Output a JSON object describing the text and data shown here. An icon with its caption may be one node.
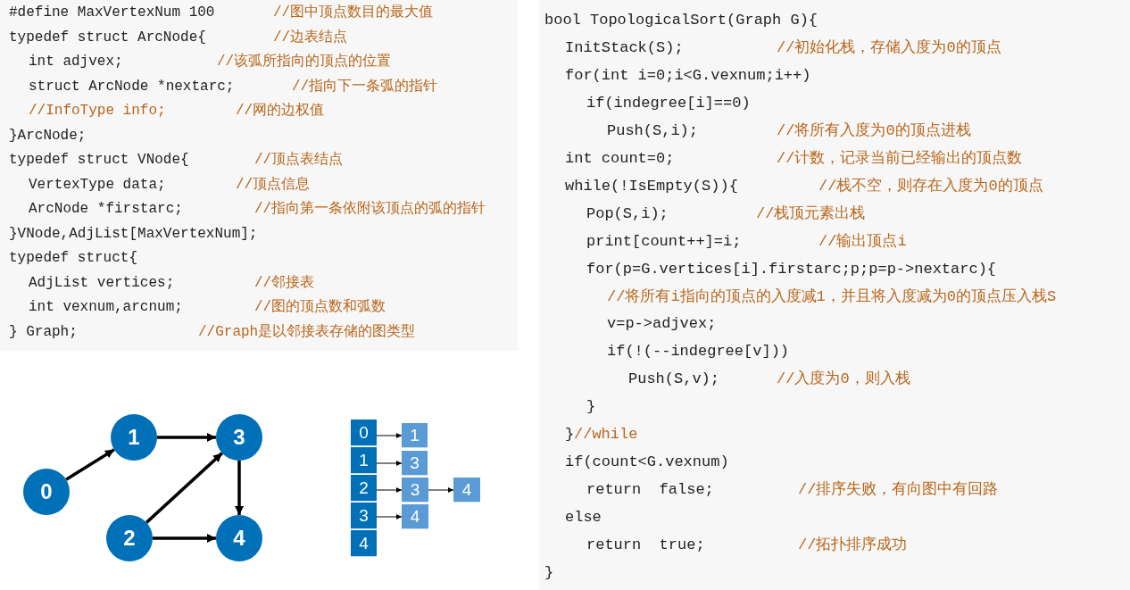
{
  "diagram": {
    "nodes": [
      {
        "text": [
          "0"
        ]
      },
      {
        "text": [
          "1"
        ]
      },
      {
        "text": [
          "2"
        ]
      },
      {
        "text": [
          "3"
        ]
      },
      {
        "text": [
          "4"
        ]
      },
      {
        "text": [
          "0"
        ]
      },
      {
        "text": [
          "1"
        ]
      },
      {
        "text": [
          "2"
        ]
      },
      {
        "text": [
          "3"
        ]
      },
      {
        "text": [
          "4"
        ]
      },
      {
        "text": [
          "1"
        ]
      },
      {
        "text": [
          "3"
        ]
      },
      {
        "text": [
          "3"
        ]
      },
      {
        "text": [
          "4"
        ]
      },
      {
        "text": [
          "4"
        ]
      }
    ],
    "edges": [
      {
        "from": 0,
        "to": 1,
        "arrow": "to",
        "style": "thick"
      },
      {
        "from": 1,
        "to": 3,
        "arrow": "to",
        "style": "thick"
      },
      {
        "from": 2,
        "to": 3,
        "arrow": "to",
        "style": "thick"
      },
      {
        "from": 3,
        "to": 4,
        "arrow": "to",
        "style": "thick"
      },
      {
        "from": 2,
        "to": 4,
        "arrow": "to",
        "style": "thick"
      },
      {
        "from": 5,
        "to": 10,
        "arrow": "to"
      },
      {
        "from": 6,
        "to": 11,
        "arrow": "to"
      },
      {
        "from": 7,
        "to": 12,
        "arrow": "to"
      },
      {
        "from": 12,
        "to": 14,
        "arrow": "to"
      },
      {
        "from": 8,
        "to": 13,
        "arrow": "to"
      }
    ],
    "labels": [
      "#define MaxVertexNum 100",
      "//图中顶点数目的最大值",
      "typedef struct ArcNode{",
      "//边表结点",
      "int adjvex;",
      "//该弧所指向的顶点的位置",
      "struct ArcNode *nextarc;",
      "//指向下一条弧的指针",
      "//InfoType info;",
      "//网的边权值",
      "}ArcNode;",
      "typedef struct VNode{",
      "//顶点表结点",
      "VertexType data;",
      "//顶点信息",
      "ArcNode *firstarc;",
      "//指向第一条依附该顶点的弧的指针",
      "}VNode,AdjList[MaxVertexNum];",
      "typedef struct{",
      "AdjList vertices;",
      "//邻接表",
      "int vexnum,arcnum;",
      "//图的顶点数和弧数",
      "} Graph;",
      "//Graph是以邻接表存储的图类型",
      "bool TopologicalSort(Graph G){",
      "InitStack(S);",
      "//初始化栈，存储入度为0的顶点",
      "for(int i=0;i<G.vexnum;i++)",
      "if(indegree[i]==0)",
      "Push(S,i);",
      "//将所有入度为0的顶点进栈",
      "int count=0;",
      "//计数，记录当前已经输出的顶点数",
      "while(!IsEmpty(S)){",
      "//栈不空，则存在入度为0的顶点",
      "Pop(S,i);",
      "//栈顶元素出栈",
      "print[count++]=i;",
      "//输出顶点i",
      "for(p=G.vertices[i].firstarc;p;p=p->nextarc){",
      "//将所有i指向的顶点的入度减1，并且将入度减为0的顶点压入栈S",
      "v=p->adjvex;",
      "if(!(--indegree[v]))",
      "Push(S,v);",
      "//入度为0，则入栈",
      "}",
      "}",
      "//while",
      "if(count<G.vexnum)",
      "return  false;",
      "//排序失败，有向图中有回路",
      "else",
      "return  true;",
      "//拓扑排序成功",
      "}"
    ]
  }
}
